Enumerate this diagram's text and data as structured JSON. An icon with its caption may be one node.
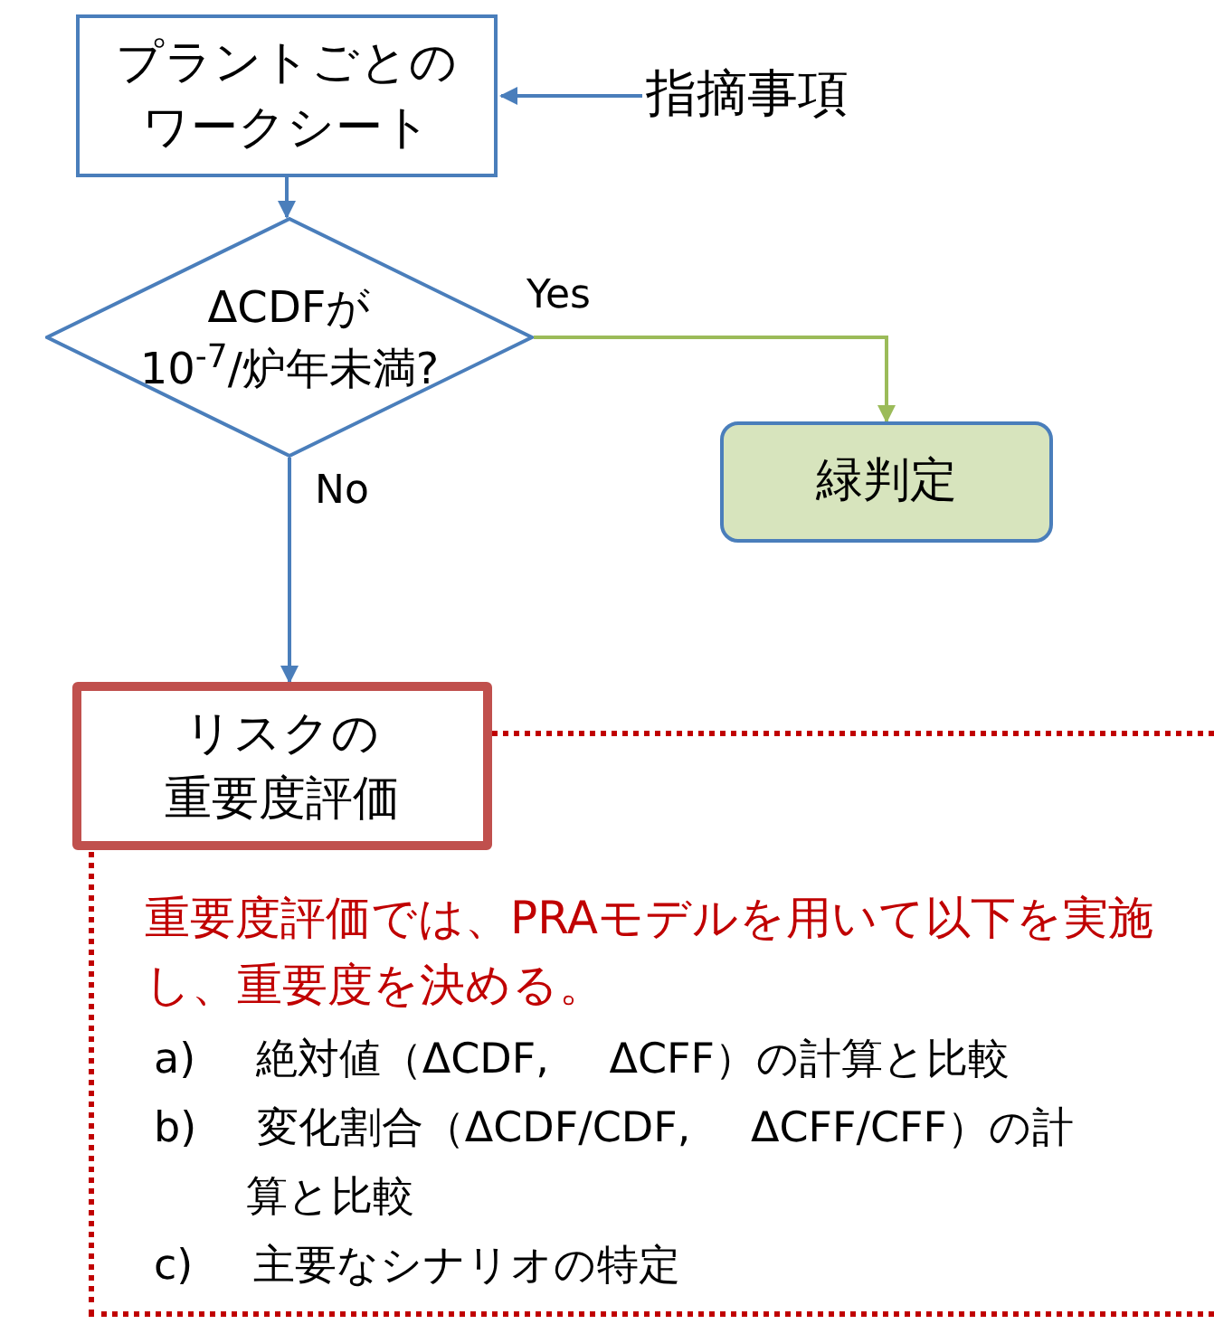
{
  "diagram": {
    "nodes": [
      {
        "text": [
          "プラントごとのワークシート"
        ]
      },
      {
        "text": [
          "指摘事項"
        ]
      },
      {
        "text": [
          "ΔCDFが",
          "10$^{-7}$/炉年未満?"
        ]
      },
      {
        "text": [
          "緑判定"
        ]
      },
      {
        "text": [
          "リスクの",
          "重要度評価"
        ]
      },
      {
        "text": [
          "重要度評価では、PRAモデルを用いて以下を実施し、重要度を決める。",
          "a) 絶対値（ΔCDF, ΔCFF）の計算と比較",
          "b) 変化割合（ΔCDF/CDF, ΔCFF/CFF）の計算と比較",
          "c) 主要なシナリオの特定"
        ]
      }
    ],
    "edges": [
      {
        "from": 1,
        "to": 0,
        "arrow": "to"
      },
      {
        "from": 0,
        "to": 2,
        "arrow": "to"
      },
      {
        "from": 2,
        "to": 3,
        "arrow": "to",
        "label": "Yes",
        "color": "#9bbb59"
      },
      {
        "from": 2,
        "to": 4,
        "arrow": "to",
        "label": "No"
      }
    ]
  }
}
